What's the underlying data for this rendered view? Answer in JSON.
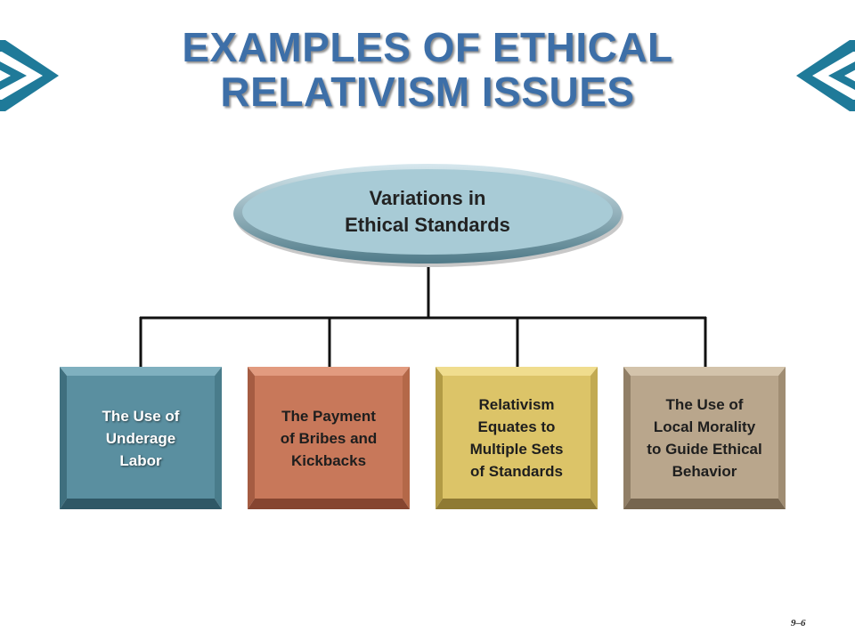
{
  "title": {
    "line1": "EXAMPLES OF ETHICAL",
    "line2": "RELATIVISM ISSUES"
  },
  "root": {
    "line1": "Variations in",
    "line2": "Ethical Standards"
  },
  "children": [
    {
      "label": "The Use of\nUnderage\nLabor",
      "color": "#5a8fa0"
    },
    {
      "label": "The Payment\nof Bribes and\nKickbacks",
      "color": "#c8785a"
    },
    {
      "label": "Relativism\nEquates to\nMultiple Sets\nof Standards",
      "color": "#dcc468"
    },
    {
      "label": "The Use of\nLocal Morality\nto Guide Ethical\nBehavior",
      "color": "#b9a68c"
    }
  ],
  "colors": {
    "title": "#3d6fa8",
    "chevron": "#1f7a99",
    "oval": "#a8cbd6",
    "connector": "#111111"
  },
  "slide_number": "9–6"
}
